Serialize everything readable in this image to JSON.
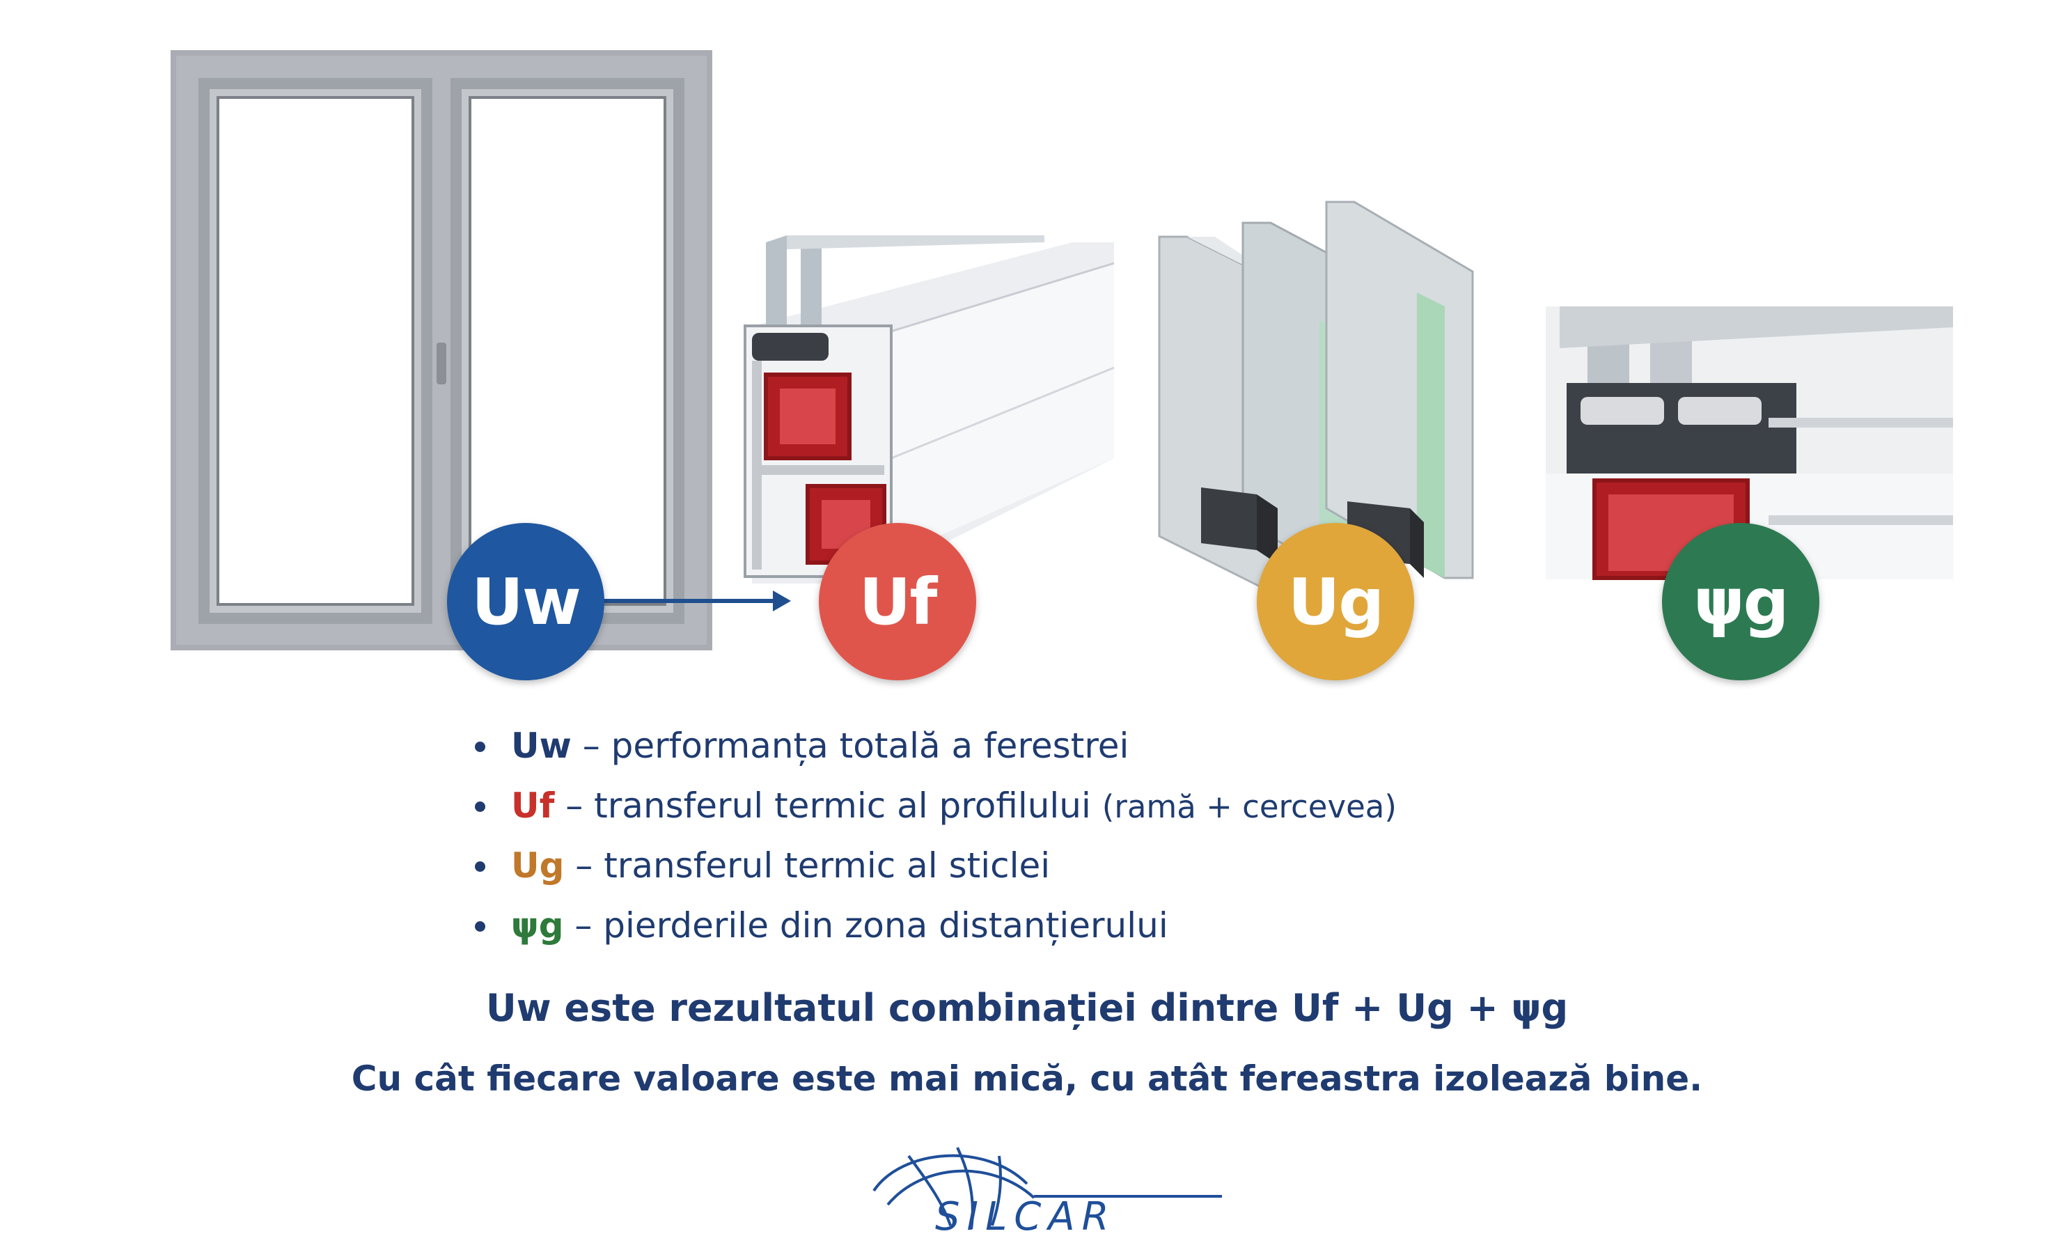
{
  "badges": {
    "uw": {
      "label": "Uw",
      "color": "#1f57a0"
    },
    "uf": {
      "label": "Uf",
      "color": "#e0554b"
    },
    "ug": {
      "label": "Ug",
      "color": "#e0a63a"
    },
    "psig": {
      "label": "ψg",
      "color": "#2d7a52"
    }
  },
  "bullets": [
    {
      "term": "Uw",
      "term_color": "#1f3b70",
      "text": " – performanța totală a ferestrei",
      "paren": ""
    },
    {
      "term": "Uf",
      "term_color": "#c8302a",
      "text": " – transferul termic al profilului ",
      "paren": "(ramă + cercevea)"
    },
    {
      "term": "Ug",
      "term_color": "#c0782a",
      "text": " – transferul termic al sticlei",
      "paren": ""
    },
    {
      "term": "ψg",
      "term_color": "#2d7a3a",
      "text": " – pierderile din zona distanțierului",
      "paren": ""
    }
  ],
  "summary": {
    "line1": "Uw este rezultatul combinației dintre Uf + Ug + ψg",
    "line2": "Cu cât fiecare valoare este mai mică, cu atât fereastra izolează bine."
  },
  "logo": {
    "text": "SILCAR",
    "color": "#1f4f9a"
  }
}
